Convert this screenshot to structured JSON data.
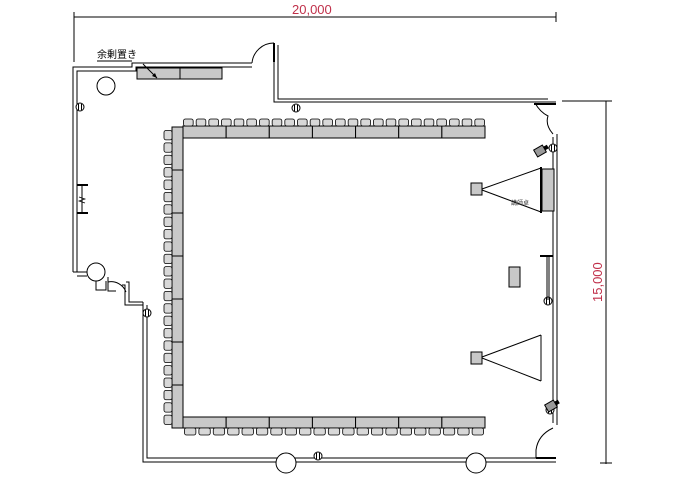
{
  "dimensions": {
    "width_label": "20,000",
    "depth_label": "15,000"
  },
  "labels": {
    "surplus_storage": "余剰置き",
    "lecturer_desk": "講師卓"
  },
  "layout": {
    "top_row_tables": 7,
    "bottom_row_tables": 7,
    "left_column_tables": 7,
    "top_row_chairs": 24,
    "bottom_row_chairs": 21,
    "left_column_chairs": 24
  },
  "colors": {
    "dimension_text": "#c0304a",
    "furniture_fill": "#c8c8c8"
  }
}
